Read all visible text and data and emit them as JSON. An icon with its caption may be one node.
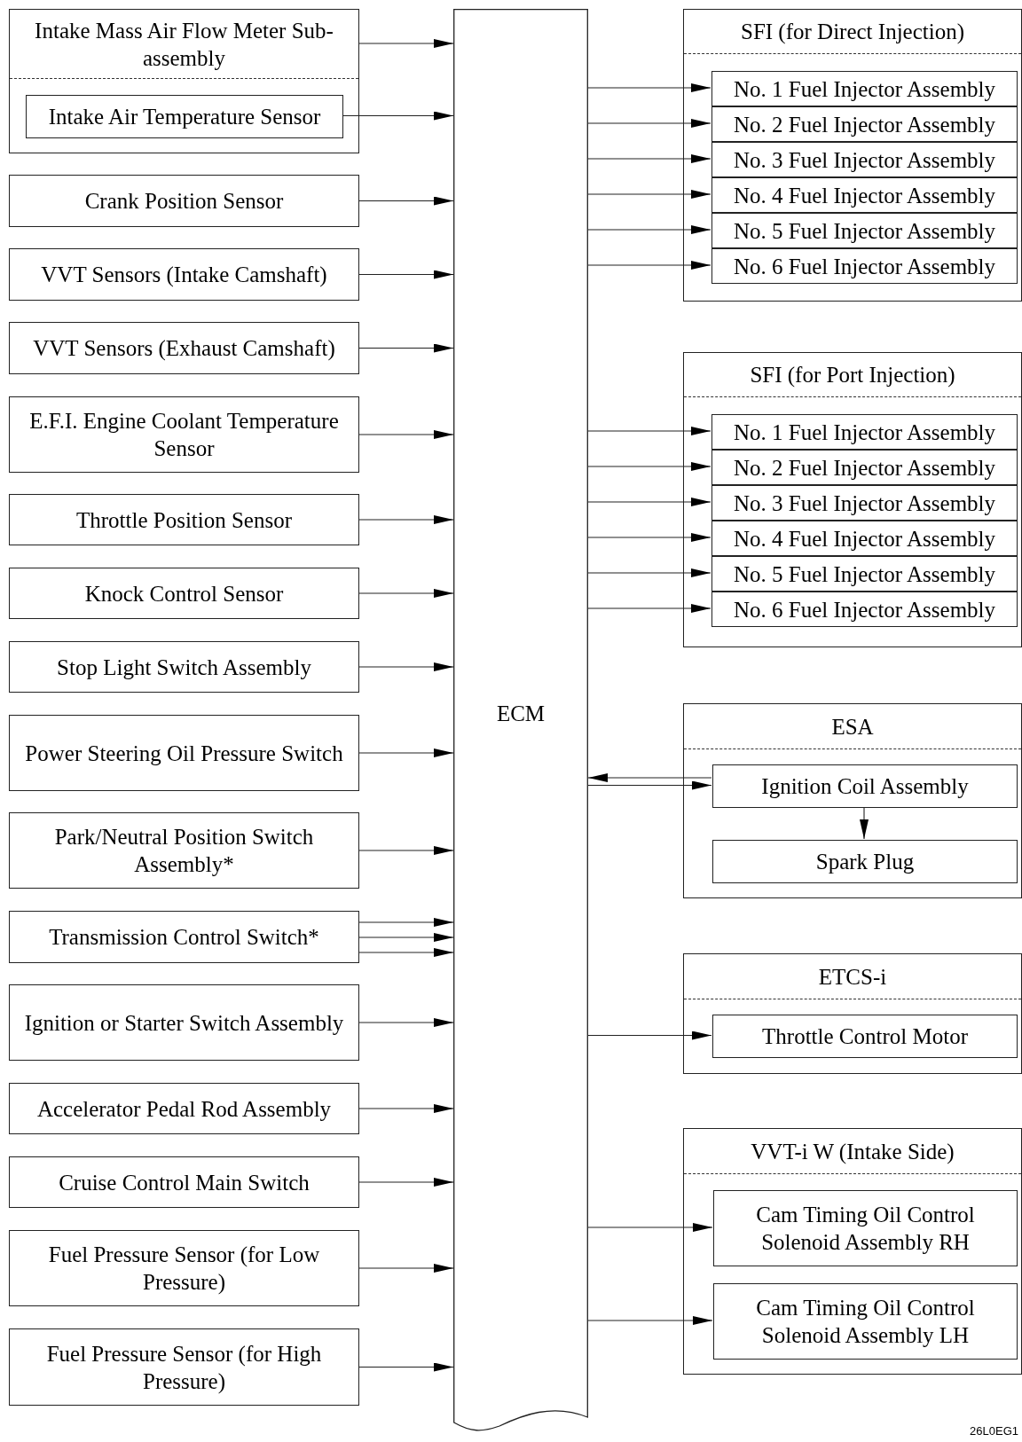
{
  "diagram": {
    "nodes": [
      {
        "text": [
          "Intake Mass Air Flow Meter Sub-assembly"
        ]
      },
      {
        "text": [
          "Intake Air Temperature Sensor"
        ],
        "in": 0
      },
      {
        "text": [
          "Crank Position Sensor"
        ]
      },
      {
        "text": [
          "VVT Sensors (Intake Camshaft)"
        ]
      },
      {
        "text": [
          "VVT Sensors (Exhaust Camshaft)"
        ]
      },
      {
        "text": [
          "E.F.I. Engine Coolant Temperature Sensor"
        ]
      },
      {
        "text": [
          "Throttle Position Sensor"
        ]
      },
      {
        "text": [
          "Knock Control Sensor"
        ]
      },
      {
        "text": [
          "Stop Light Switch Assembly"
        ]
      },
      {
        "text": [
          "Power Steering Oil Pressure Switch"
        ]
      },
      {
        "text": [
          "Park/Neutral Position Switch Assembly*"
        ]
      },
      {
        "text": [
          "Transmission Control Switch*"
        ]
      },
      {
        "text": [
          "Ignition or Starter Switch Assembly"
        ]
      },
      {
        "text": [
          "Accelerator Pedal Rod Assembly"
        ]
      },
      {
        "text": [
          "Cruise Control Main Switch"
        ]
      },
      {
        "text": [
          "Fuel Pressure Sensor (for Low Pressure)"
        ]
      },
      {
        "text": [
          "Fuel Pressure Sensor (for High Pressure)"
        ]
      },
      {
        "text": [
          "ECM"
        ]
      },
      {
        "text": [
          "SFI (for Direct Injection)"
        ]
      },
      {
        "text": [
          "No. 1 Fuel Injector Assembly"
        ],
        "in": 18
      },
      {
        "text": [
          "No. 2 Fuel Injector Assembly"
        ],
        "in": 18
      },
      {
        "text": [
          "No. 3 Fuel Injector Assembly"
        ],
        "in": 18
      },
      {
        "text": [
          "No. 4 Fuel Injector Assembly"
        ],
        "in": 18
      },
      {
        "text": [
          "No. 5 Fuel Injector Assembly"
        ],
        "in": 18
      },
      {
        "text": [
          "No. 6 Fuel Injector Assembly"
        ],
        "in": 18
      },
      {
        "text": [
          "SFI (for Port Injection)"
        ]
      },
      {
        "text": [
          "No. 1 Fuel Injector Assembly"
        ],
        "in": 25
      },
      {
        "text": [
          "No. 2 Fuel Injector Assembly"
        ],
        "in": 25
      },
      {
        "text": [
          "No. 3 Fuel Injector Assembly"
        ],
        "in": 25
      },
      {
        "text": [
          "No. 4 Fuel Injector Assembly"
        ],
        "in": 25
      },
      {
        "text": [
          "No. 5 Fuel Injector Assembly"
        ],
        "in": 25
      },
      {
        "text": [
          "No. 6 Fuel Injector Assembly"
        ],
        "in": 25
      },
      {
        "text": [
          "ESA"
        ]
      },
      {
        "text": [
          "Ignition Coil Assembly"
        ],
        "in": 32
      },
      {
        "text": [
          "Spark Plug"
        ],
        "in": 32
      },
      {
        "text": [
          "ETCS-i"
        ]
      },
      {
        "text": [
          "Throttle Control Motor"
        ],
        "in": 35
      },
      {
        "text": [
          "VVT-i W (Intake Side)"
        ]
      },
      {
        "text": [
          "Cam Timing Oil Control Solenoid Assembly RH"
        ],
        "in": 37
      },
      {
        "text": [
          "Cam Timing Oil Control Solenoid Assembly LH"
        ],
        "in": 37
      }
    ],
    "edges": [
      {
        "from": 0,
        "to": 17,
        "arrow": "to"
      },
      {
        "from": 1,
        "to": 17,
        "arrow": "to"
      },
      {
        "from": 2,
        "to": 17,
        "arrow": "to"
      },
      {
        "from": 3,
        "to": 17,
        "arrow": "to"
      },
      {
        "from": 4,
        "to": 17,
        "arrow": "to"
      },
      {
        "from": 5,
        "to": 17,
        "arrow": "to"
      },
      {
        "from": 6,
        "to": 17,
        "arrow": "to"
      },
      {
        "from": 7,
        "to": 17,
        "arrow": "to"
      },
      {
        "from": 8,
        "to": 17,
        "arrow": "to"
      },
      {
        "from": 9,
        "to": 17,
        "arrow": "to"
      },
      {
        "from": 10,
        "to": 17,
        "arrow": "to"
      },
      {
        "from": 11,
        "to": 17,
        "arrow": "to"
      },
      {
        "from": 11,
        "to": 17,
        "arrow": "to"
      },
      {
        "from": 11,
        "to": 17,
        "arrow": "to"
      },
      {
        "from": 12,
        "to": 17,
        "arrow": "to"
      },
      {
        "from": 13,
        "to": 17,
        "arrow": "to"
      },
      {
        "from": 14,
        "to": 17,
        "arrow": "to"
      },
      {
        "from": 15,
        "to": 17,
        "arrow": "to"
      },
      {
        "from": 16,
        "to": 17,
        "arrow": "to"
      },
      {
        "from": 17,
        "to": 19,
        "arrow": "to"
      },
      {
        "from": 17,
        "to": 20,
        "arrow": "to"
      },
      {
        "from": 17,
        "to": 21,
        "arrow": "to"
      },
      {
        "from": 17,
        "to": 22,
        "arrow": "to"
      },
      {
        "from": 17,
        "to": 23,
        "arrow": "to"
      },
      {
        "from": 17,
        "to": 24,
        "arrow": "to"
      },
      {
        "from": 17,
        "to": 26,
        "arrow": "to"
      },
      {
        "from": 17,
        "to": 27,
        "arrow": "to"
      },
      {
        "from": 17,
        "to": 28,
        "arrow": "to"
      },
      {
        "from": 17,
        "to": 29,
        "arrow": "to"
      },
      {
        "from": 17,
        "to": 30,
        "arrow": "to"
      },
      {
        "from": 17,
        "to": 31,
        "arrow": "to"
      },
      {
        "from": 17,
        "to": 33,
        "arrow": "to"
      },
      {
        "from": 33,
        "to": 17,
        "arrow": "to"
      },
      {
        "from": 33,
        "to": 34,
        "arrow": "to"
      },
      {
        "from": 17,
        "to": 36,
        "arrow": "to"
      },
      {
        "from": 17,
        "to": 38,
        "arrow": "to"
      },
      {
        "from": 17,
        "to": 39,
        "arrow": "to"
      }
    ],
    "labels": [
      "26L0EG1"
    ]
  }
}
